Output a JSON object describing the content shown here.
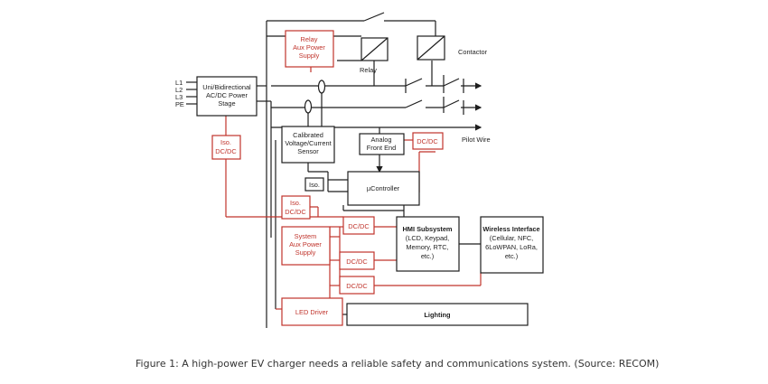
{
  "inputs": {
    "l1": "L1",
    "l2": "L2",
    "l3": "L3",
    "pe": "PE"
  },
  "blocks": {
    "power_stage": [
      "Uni/Bidirectional",
      "AC/DC Power",
      "Stage"
    ],
    "relay_aux": [
      "Relay",
      "Aux Power",
      "Supply"
    ],
    "relay": "Relay",
    "contactor": "Contactor",
    "sensor": [
      "Calibrated",
      "Voltage/Current",
      "Sensor"
    ],
    "afe": [
      "Analog",
      "Front End"
    ],
    "dcdc_afe": "DC/DC",
    "iso_dcdc_left": [
      "Iso.",
      "DC/DC"
    ],
    "iso": "Iso.",
    "ucontroller": "µController",
    "iso_dcdc_mid": [
      "Iso.",
      "DC/DC"
    ],
    "system_aux": [
      "System",
      "Aux Power",
      "Supply"
    ],
    "dcdc_hmi_top": "DC/DC",
    "dcdc_mid": "DC/DC",
    "dcdc_low": "DC/DC",
    "hmi": [
      "HMI Subsystem",
      "(LCD, Keypad,",
      "Memory, RTC,",
      "etc.)"
    ],
    "wireless": [
      "Wireless Interface",
      "(Cellular, NFC,",
      "6LoWPAN, LoRa,",
      "etc.)"
    ],
    "led_driver": "LED Driver",
    "lighting": "Lighting",
    "pilot_wire": "Pilot Wire"
  },
  "colors": {
    "red": "#c0342c",
    "black": "#1e1e1e"
  },
  "caption": "Figure 1: A high-power EV charger needs a reliable safety and communications system. (Source: RECOM)"
}
